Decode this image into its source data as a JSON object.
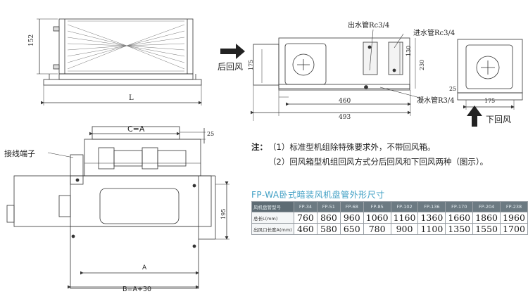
{
  "labels": {
    "dim_152": "152",
    "dim_L": "L",
    "dim_175": "175",
    "rear_return": "后回风",
    "outlet_pipe": "出水管Rc3/4",
    "inlet_pipe": "进水管Rc3/4",
    "dim_130": "130",
    "dim_230": "230",
    "drain_pipe": "凝水管R3/4",
    "dim_460": "460",
    "dim_493": "493",
    "dim_25_right": "25",
    "dim_175_right": "175",
    "bottom_return": "下回风",
    "dim_C_A": "C=A",
    "dim_25": "25",
    "terminal": "接线端子",
    "dim_195": "195",
    "dim_A": "A",
    "dim_B": "B=A+30"
  },
  "notes": {
    "prefix": "注：",
    "line1": "（1）标准型机组除特殊要求外，不带回风箱。",
    "line2": "（2）回风箱型机组回风方式分后回风和下回风两种（图示）。"
  },
  "table": {
    "title": "FP-WA卧式暗装风机盘管外形尺寸",
    "header_label": "风机盘管型号",
    "models": [
      "FP-34",
      "FP-51",
      "FP-68",
      "FP-85",
      "FP-102",
      "FP-136",
      "FP-170",
      "FP-204",
      "FP-238"
    ],
    "rows": [
      {
        "label": "总长L(mm)",
        "values": [
          "760",
          "860",
          "960",
          "1060",
          "1160",
          "1360",
          "1660",
          "1860",
          "1960"
        ]
      },
      {
        "label": "出风口长度A(mm)",
        "values": [
          "460",
          "580",
          "650",
          "780",
          "900",
          "1100",
          "1350",
          "1550",
          "1700"
        ]
      }
    ]
  },
  "colors": {
    "line": "#333333",
    "table_title": "#3f9fc4",
    "table_header": "#6c7a82"
  }
}
